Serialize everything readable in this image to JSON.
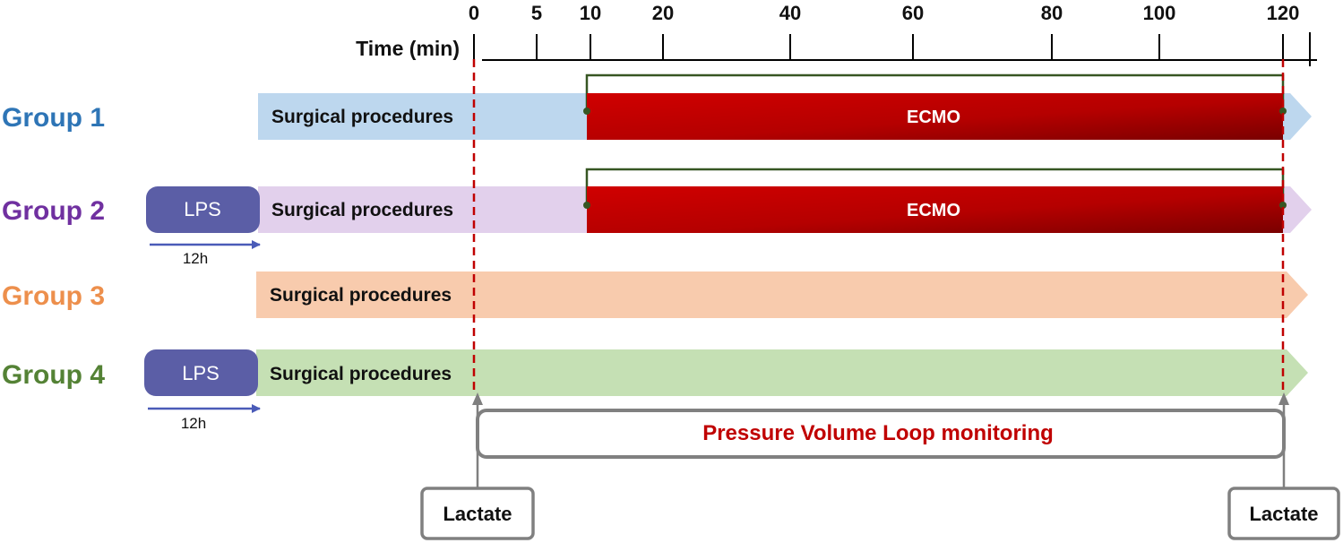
{
  "axis": {
    "title": "Time (min)",
    "ticks": [
      "0",
      "5",
      "10",
      "20",
      "40",
      "60",
      "80",
      "100",
      "120"
    ]
  },
  "groups": [
    {
      "label": "Group 1",
      "color": "#2e75b6",
      "bar_color": "#bdd7ee",
      "bar_label": "Surgical procedures",
      "lps": false,
      "ecmo": true
    },
    {
      "label": "Group 2",
      "color": "#7030a0",
      "bar_color": "#e2d0ec",
      "bar_label": "Surgical procedures",
      "lps": true,
      "ecmo": true
    },
    {
      "label": "Group 3",
      "color": "#ed8f4c",
      "bar_color": "#f8cbad",
      "bar_label": "Surgical procedures",
      "lps": false,
      "ecmo": false
    },
    {
      "label": "Group 4",
      "color": "#548235",
      "bar_color": "#c5e0b4",
      "bar_label": "Surgical procedures",
      "lps": true,
      "ecmo": false
    }
  ],
  "lps": {
    "label": "LPS",
    "duration": "12h",
    "color": "#5b5ea6"
  },
  "ecmo": {
    "label": "ECMO"
  },
  "monitoring": {
    "label": "Pressure Volume Loop monitoring",
    "color": "#c00000"
  },
  "lactate": {
    "start_label": "Lactate",
    "end_label": "Lactate"
  }
}
